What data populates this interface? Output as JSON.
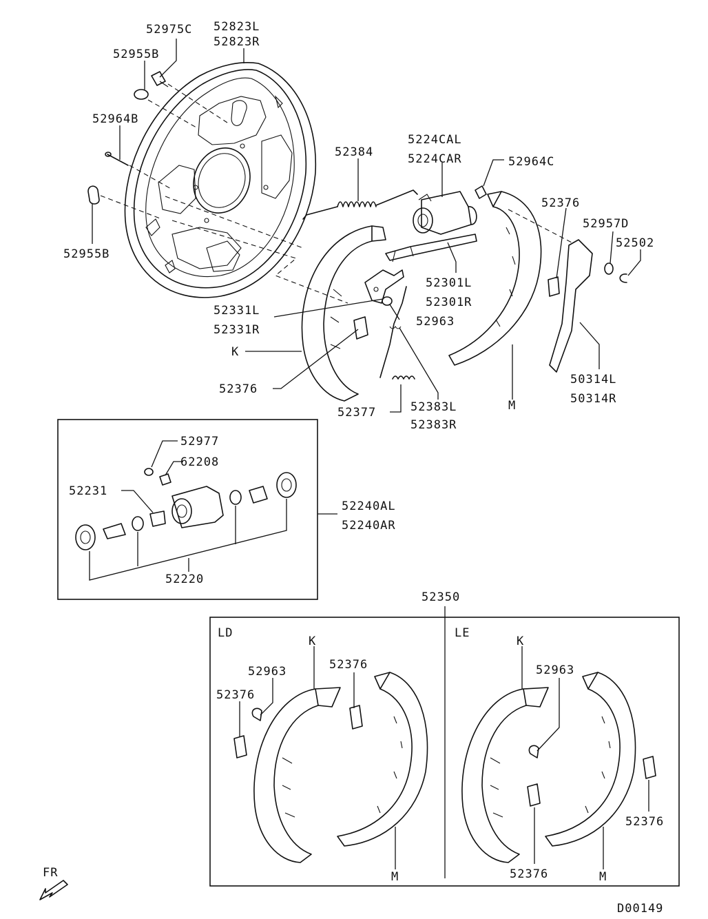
{
  "labels": {
    "p52975C": "52975C",
    "p52823L": "52823L",
    "p52823R": "52823R",
    "p52955B_top": "52955B",
    "p52964B": "52964B",
    "p52955B_bottom": "52955B",
    "p52384": "52384",
    "p5224CAL": "5224CAL",
    "p5224CAR": "5224CAR",
    "p52964C": "52964C",
    "p52376_top": "52376",
    "p52957D": "52957D",
    "p52502": "52502",
    "p52301L": "52301L",
    "p52301R": "52301R",
    "p52331L": "52331L",
    "p52331R": "52331R",
    "p52963_top": "52963",
    "k_top": "K",
    "p52376_left": "52376",
    "p52377": "52377",
    "p52383L": "52383L",
    "p52383R": "52383R",
    "m_top": "M",
    "p50314L": "50314L",
    "p50314R": "50314R"
  },
  "inset_cylinder": {
    "p52977": "52977",
    "p62208": "62208",
    "p52231": "52231",
    "p52240AL": "52240AL",
    "p52240AR": "52240AR",
    "p52220": "52220"
  },
  "kit": {
    "p52350": "52350",
    "ld": "LD",
    "le": "LE",
    "ld_k": "K",
    "ld_52963": "52963",
    "ld_52376_left": "52376",
    "ld_52376_top": "52376",
    "ld_m": "M",
    "le_k": "K",
    "le_52963": "52963",
    "le_52376_right": "52376",
    "le_52376_bottom": "52376",
    "le_m": "M"
  },
  "footer": {
    "fr": "FR",
    "code": "D00149"
  }
}
